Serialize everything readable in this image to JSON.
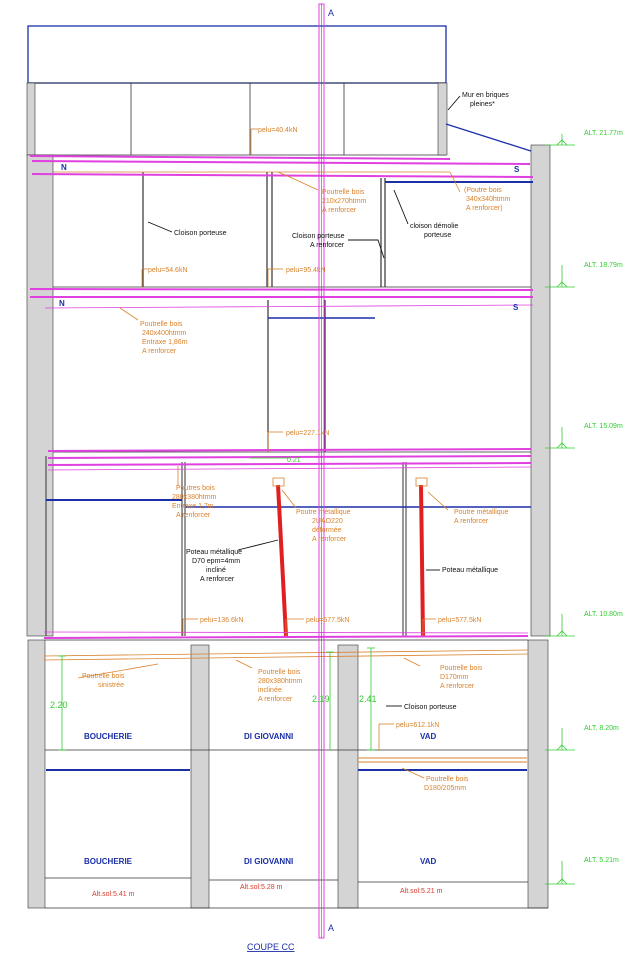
{
  "section_marks": {
    "top": "A",
    "bottom": "A"
  },
  "title": "COUPE CC",
  "altitudes": [
    "ALT. 21.77m",
    "ALT. 18.79m",
    "ALT. 15.09m",
    "ALT. 10.80m",
    "ALT. 8.20m",
    "ALT. 5.21m"
  ],
  "ground_levels": [
    "Alt.sol:5.41 m",
    "Alt.sol:5.28 m",
    "Alt.sol:5.21 m"
  ],
  "dimensions": [
    "2.20",
    "2.19",
    "2.41",
    "0.21"
  ],
  "shops": {
    "upper": [
      "BOUCHERIE",
      "DI GIOVANNI",
      "VAD"
    ],
    "lower": [
      "BOUCHERIE",
      "DI GIOVANNI",
      "VAD"
    ]
  },
  "orientation": {
    "north": "N",
    "south": "S"
  },
  "loads": {
    "l1": "pelu=40.4kN",
    "l2": "pelu=54.6kN",
    "l3": "pelu=95.4kN",
    "l4": "pelu=227.1kN",
    "l5": "pelu=136.6kN",
    "l6": "pelu=577.5kN",
    "l7": "pelu=577.5kN",
    "l8": "pelu=612.1kN"
  },
  "annotations": {
    "mur_briques": [
      "Mur en briques",
      "pleines*"
    ],
    "poutrelle_210": [
      "Poutrelle bois",
      "210x270htmm",
      "A renforcer"
    ],
    "poutrelle_340": [
      "(Poutre bois",
      "340x340htmm",
      "A renforcer)"
    ],
    "cloison_porteuse_1": [
      "Cloison porteuse"
    ],
    "cloison_porteuse_renf": [
      "Cloison porteuse",
      "A renforcer"
    ],
    "cloison_demolie": [
      "cloison démolie",
      "porteuse"
    ],
    "poutrelle_240": [
      "Poutrelle bois",
      "240x400htmm",
      "Entraxe 1,86m",
      "A renforcer"
    ],
    "poutres_280": [
      "Poutres bois",
      "280x380htmm",
      "Entraxe 1,7m",
      "A renforcer"
    ],
    "poutre_upn": [
      "Poutre métallique",
      "2UAO220",
      "déformée",
      "A renforcer"
    ],
    "poutre_metal_right": [
      "Poutre métallique",
      "A renforcer"
    ],
    "poteau_d70": [
      "Poteau métallique",
      "D70 epm=4mm",
      "incliné",
      "A renforcer"
    ],
    "poteau_right": [
      "Poteau métallique"
    ],
    "poutrelle_sinistree": [
      "Poutrelle bois",
      "sinistrée"
    ],
    "poutrelle_280_incl": [
      "Poutrelle bois",
      "280x380htmm",
      "inclinée",
      "A renforcer"
    ],
    "poutrelle_d170": [
      "Poutrelle bois",
      "D170mm",
      "A renforcer"
    ],
    "cloison_porteuse_2": [
      "Cloison porteuse"
    ],
    "poutrelle_d180": [
      "Poutrelle bois",
      "D180/205mm"
    ]
  },
  "colors": {
    "wall_fill": "#d4d4d4",
    "beam_magenta": "#e040e0",
    "load_orange": "#d9822b",
    "structure_blue": "#1a2fa8",
    "altitude_green": "#33cc33",
    "column_red": "#e02020"
  }
}
